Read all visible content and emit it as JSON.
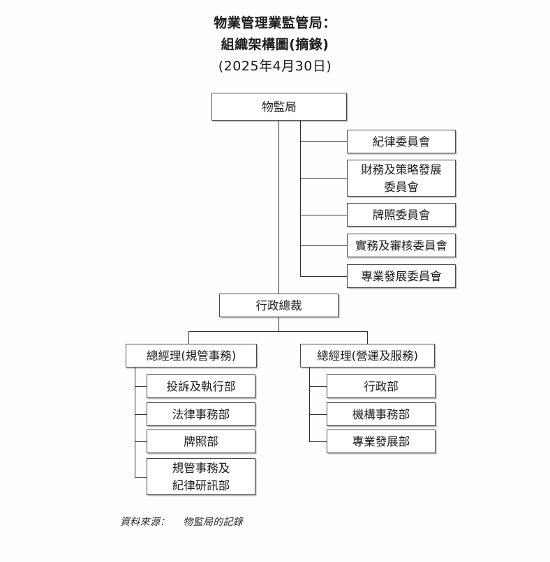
{
  "title": {
    "line1": "物業管理業監管局：",
    "line2": "組織架構圖(摘錄)",
    "line3": "(2025年4月30日)"
  },
  "chart_data": {
    "type": "diagram",
    "diagram_kind": "organization-chart",
    "root": "物監局",
    "executive": "行政總裁",
    "committees": [
      "紀律委員會",
      "財務及策略發展\n委員會",
      "牌照委員會",
      "實務及審核委員會",
      "專業發展委員會"
    ],
    "divisions": [
      {
        "head": "總經理(規管事務)",
        "departments": [
          "投訴及執行部",
          "法律事務部",
          "牌照部",
          "規管事務及\n紀律研訊部"
        ]
      },
      {
        "head": "總經理(營運及服務)",
        "departments": [
          "行政部",
          "機構事務部",
          "專業發展部"
        ]
      }
    ]
  },
  "footer": {
    "source_label": "資料來源：",
    "source_value": "物監局的記錄"
  },
  "colors": {
    "background": "#fefefe",
    "box_border": "#4a4a4a",
    "connector": "#2e2e2e",
    "text": "#1a1a1a"
  }
}
